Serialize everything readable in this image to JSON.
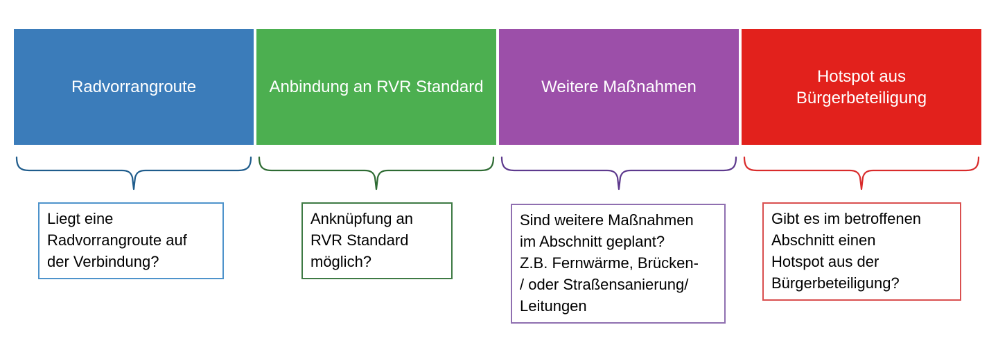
{
  "colors": {
    "background": "#FFFFFF",
    "title_text": "#FFFFFF",
    "note_text": "#000000"
  },
  "columns": [
    {
      "title": "Radvorrangroute",
      "box_color": "#3B7CBA",
      "brace_color": "#1F5C8C",
      "note_border_color": "#4E93CB",
      "note_text": "Liegt eine\nRadvorrangroute auf\nder Verbindung?"
    },
    {
      "title": "Anbindung an RVR Standard",
      "box_color": "#4CAF50",
      "brace_color": "#2E6B33",
      "note_border_color": "#3E7A44",
      "note_text": "Anknüpfung an\nRVR Standard\nmöglich?"
    },
    {
      "title": "Weitere Maßnahmen",
      "box_color": "#9C4FA9",
      "brace_color": "#5E3A8E",
      "note_border_color": "#8F6FB0",
      "note_text": "Sind weitere Maßnahmen\nim Abschnitt geplant?\nZ.B. Fernwärme, Brücken-\n/ oder Straßensanierung/\nLeitungen"
    },
    {
      "title": "Hotspot aus\nBürgerbeteiligung",
      "box_color": "#E2211C",
      "brace_color": "#D92B2B",
      "note_border_color": "#D94F4F",
      "note_text": "Gibt es im betroffenen\nAbschnitt einen\nHotspot aus der\nBürgerbeteiligung?"
    }
  ]
}
